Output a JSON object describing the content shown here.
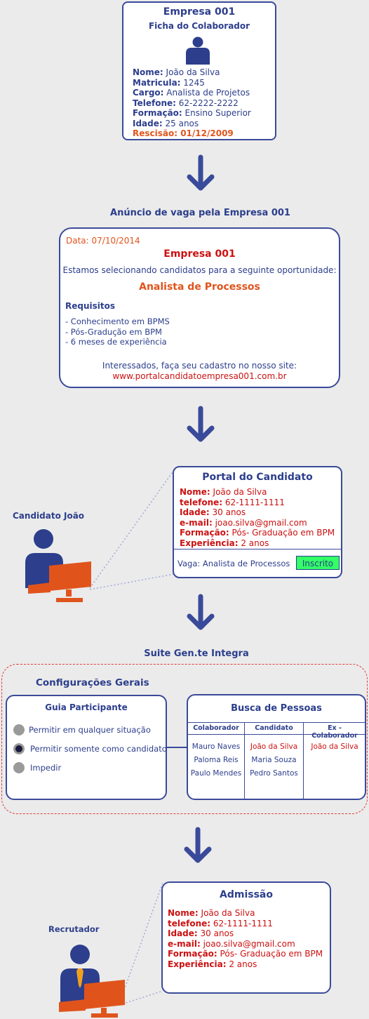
{
  "colors": {
    "navy": "#2c3e8c",
    "red": "#cc1111",
    "orange": "#e0541c",
    "green": "#33ff66",
    "dashed_red": "#e23b3b"
  },
  "ficha": {
    "company": "Empresa 001",
    "subtitle": "Ficha do Colaborador",
    "fields": [
      {
        "label": "Nome:",
        "value": " João da Silva"
      },
      {
        "label": "Matricula:",
        "value": " 1245"
      },
      {
        "label": "Cargo:",
        "value": " Analista de Projetos"
      },
      {
        "label": "Telefone:",
        "value": " 62-2222-2222"
      },
      {
        "label": "Formação:",
        "value": " Ensino Superior"
      },
      {
        "label": "Idade:",
        "value": " 25 anos"
      }
    ],
    "rescisao_label": "Rescisão:",
    "rescisao_value": " 01/12/2009"
  },
  "anuncio": {
    "heading": "Anúncio de vaga pela Empresa 001",
    "date": "Data: 07/10/2014",
    "company": "Empresa 001",
    "intro": "Estamos selecionando candidatos para a seguinte oportunidade:",
    "job": "Analista de Processos",
    "req_title": "Requisitos",
    "requirements": [
      "- Conhecimento em BPMS",
      "- Pós-Gradução em BPM",
      "- 6 meses de experiência"
    ],
    "cta": "Interessados, faça seu cadastro no nosso site:",
    "url": "www.portalcandidatoempresa001.com.br"
  },
  "portal": {
    "title": "Portal do Candidato",
    "person_label": "Candidato João",
    "fields": [
      {
        "label": "Nome:",
        "value": " João da Silva"
      },
      {
        "label": "telefone:",
        "value": " 62-1111-1111"
      },
      {
        "label": "Idade:",
        "value": " 30 anos"
      },
      {
        "label": "e-mail:",
        "value": " joao.silva@gmail.com"
      },
      {
        "label": "Formação:",
        "value": " Pós- Graduação em BPM"
      },
      {
        "label": "Experiência:",
        "value": " 2 anos"
      }
    ],
    "vaga": "Vaga: Analista de Processos",
    "inscrito": "Inscrito"
  },
  "suite": {
    "heading": "Suite Gen.te Integra",
    "config_title": "Configurações Gerais",
    "guia": {
      "title": "Guia Participante",
      "options": [
        "Permitir em qualquer situação",
        "Permitir somente como candidato",
        "Impedir"
      ]
    },
    "busca": {
      "title": "Busca de Pessoas",
      "columns": [
        {
          "header": "Colaborador",
          "items": [
            "Mauro Naves",
            "Paloma Reis",
            "Paulo Mendes"
          ]
        },
        {
          "header": "Candidato",
          "items": [
            "João da Silva",
            "Maria Souza",
            "Pedro Santos"
          ]
        },
        {
          "header": "Ex - Colaborador",
          "items": [
            "João da Silva"
          ]
        }
      ]
    }
  },
  "admissao": {
    "title": "Admissão",
    "person_label": "Recrutador",
    "fields": [
      {
        "label": "Nome:",
        "value": " João da Silva"
      },
      {
        "label": "telefone:",
        "value": " 62-1111-1111"
      },
      {
        "label": "Idade:",
        "value": " 30 anos"
      },
      {
        "label": "e-mail:",
        "value": " joao.silva@gmail.com"
      },
      {
        "label": "Formação:",
        "value": " Pós- Graduação em BPM"
      },
      {
        "label": "Experiência:",
        "value": " 2 anos"
      }
    ]
  }
}
